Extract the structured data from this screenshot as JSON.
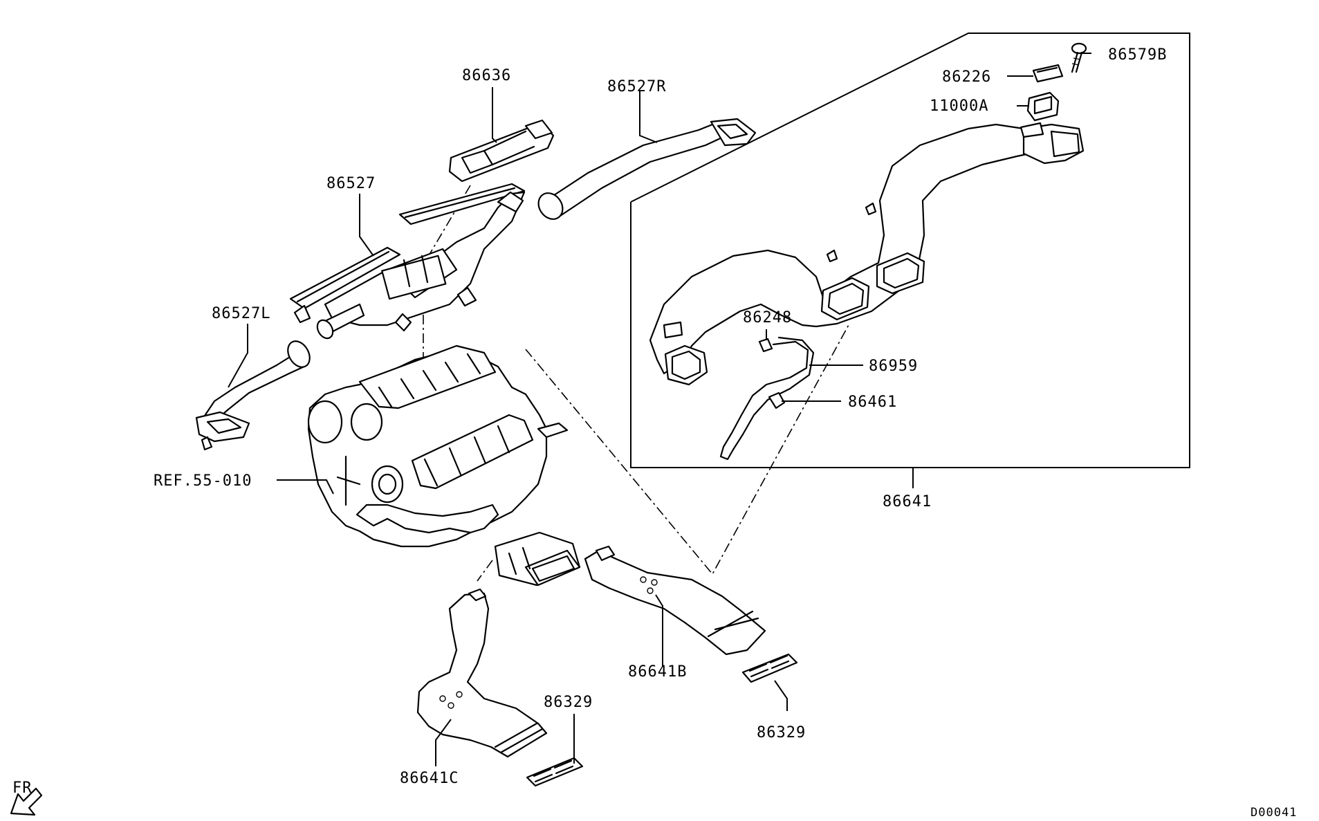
{
  "labels": {
    "p86636": "86636",
    "p86527R": "86527R",
    "p86527": "86527",
    "p86527L": "86527L",
    "ref55010": "REF.55-010",
    "p86579B": "86579B",
    "p86226": "86226",
    "p11000A": "11000A",
    "p86248": "86248",
    "p86959": "86959",
    "p86461": "86461",
    "p86641": "86641",
    "p86641B": "86641B",
    "p86329a": "86329",
    "p86329b": "86329",
    "p86641C": "86641C",
    "fr": "FR",
    "code": "D00041"
  }
}
